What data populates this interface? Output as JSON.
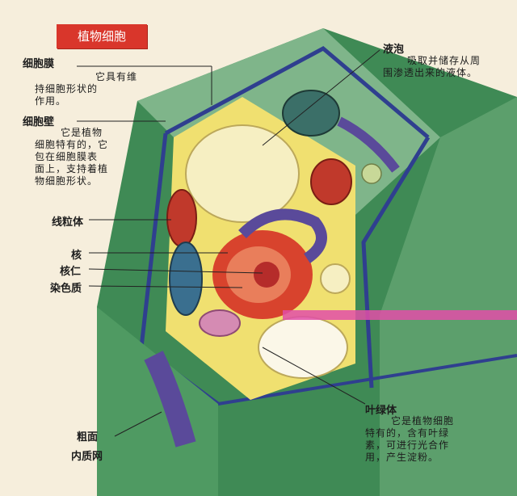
{
  "title": "植物细胞",
  "labels": {
    "cell_membrane": {
      "name": "细胞膜",
      "desc_lines": [
        "它具有维",
        "持细胞形状的",
        "作用。"
      ]
    },
    "cell_wall": {
      "name": "细胞壁",
      "desc_lines": [
        "它是植物",
        "细胞特有的，它",
        "包在细胞膜表",
        "面上，支持着植",
        "物细胞形状。"
      ]
    },
    "mitochondria": {
      "name": "线粒体"
    },
    "nucleus": {
      "name": "核"
    },
    "nucleolus": {
      "name": "核仁"
    },
    "chromatin": {
      "name": "染色质"
    },
    "rough_er": {
      "name_lines": [
        "粗面",
        "内质网"
      ]
    },
    "vacuole": {
      "name": "液泡",
      "desc_lines": [
        "吸取并储存从周",
        "围渗透出来的液体。"
      ]
    },
    "chloroplast": {
      "name": "叶绿体",
      "desc_lines": [
        "它是植物细胞",
        "特有的，含有叶绿",
        "素，可进行光合作",
        "用，产生淀粉。"
      ]
    }
  },
  "colors": {
    "title_bg": "#d9362b",
    "cell_wall": "#3f8a55",
    "membrane": "#2f3f8f",
    "cytoplasm": "#f0e070",
    "nucleus": "#d8432d",
    "background": "#f6eedc"
  }
}
